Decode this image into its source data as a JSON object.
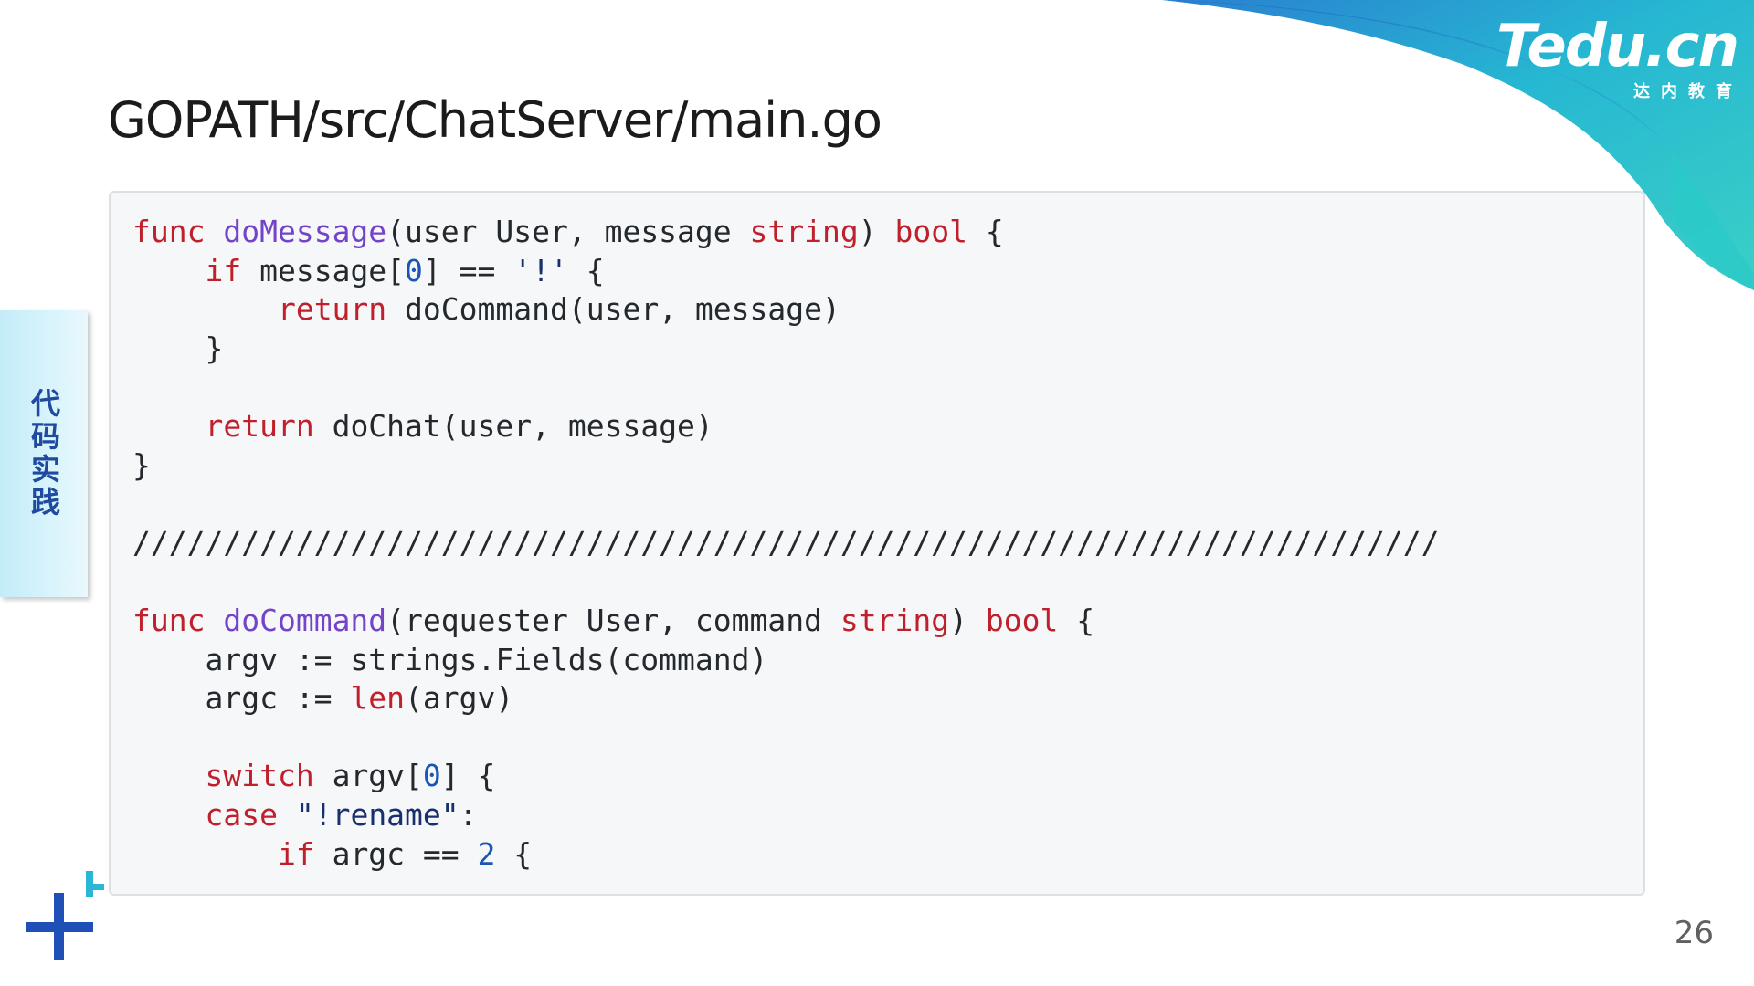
{
  "slide": {
    "title": "GOPATH/src/ChatServer/main.go",
    "side_tab_label": "代码实践",
    "page_number": "26"
  },
  "logo": {
    "name": "Tedu.cn",
    "subtitle": "达内教育"
  },
  "colors": {
    "keyword": "#c0202b",
    "function": "#7444c8",
    "number": "#1a56b8",
    "string": "#18306b",
    "text": "#24292e",
    "accent_teal": "#2ec4d0",
    "accent_blue": "#1f4aa0"
  },
  "icons": [
    "plus-decoration-icon"
  ],
  "code": {
    "lines": [
      [
        {
          "t": "kw",
          "v": "func"
        },
        {
          "t": "plain",
          "v": " "
        },
        {
          "t": "fn",
          "v": "doMessage"
        },
        {
          "t": "plain",
          "v": "(user User, message "
        },
        {
          "t": "kw",
          "v": "string"
        },
        {
          "t": "plain",
          "v": ") "
        },
        {
          "t": "kw",
          "v": "bool"
        },
        {
          "t": "plain",
          "v": " {"
        }
      ],
      [
        {
          "t": "plain",
          "v": "    "
        },
        {
          "t": "kw",
          "v": "if"
        },
        {
          "t": "plain",
          "v": " message["
        },
        {
          "t": "num",
          "v": "0"
        },
        {
          "t": "plain",
          "v": "] == "
        },
        {
          "t": "str",
          "v": "'!'"
        },
        {
          "t": "plain",
          "v": " {"
        }
      ],
      [
        {
          "t": "plain",
          "v": "        "
        },
        {
          "t": "kw",
          "v": "return"
        },
        {
          "t": "plain",
          "v": " doCommand(user, message)"
        }
      ],
      [
        {
          "t": "plain",
          "v": "    }"
        }
      ],
      [],
      [
        {
          "t": "plain",
          "v": "    "
        },
        {
          "t": "kw",
          "v": "return"
        },
        {
          "t": "plain",
          "v": " doChat(user, message)"
        }
      ],
      [
        {
          "t": "plain",
          "v": "}"
        }
      ],
      [],
      [
        {
          "t": "plain",
          "v": "////////////////////////////////////////////////////////////////////////"
        }
      ],
      [],
      [
        {
          "t": "kw",
          "v": "func"
        },
        {
          "t": "plain",
          "v": " "
        },
        {
          "t": "fn",
          "v": "doCommand"
        },
        {
          "t": "plain",
          "v": "(requester User, command "
        },
        {
          "t": "kw",
          "v": "string"
        },
        {
          "t": "plain",
          "v": ") "
        },
        {
          "t": "kw",
          "v": "bool"
        },
        {
          "t": "plain",
          "v": " {"
        }
      ],
      [
        {
          "t": "plain",
          "v": "    argv := strings.Fields(command)"
        }
      ],
      [
        {
          "t": "plain",
          "v": "    argc := "
        },
        {
          "t": "kw",
          "v": "len"
        },
        {
          "t": "plain",
          "v": "(argv)"
        }
      ],
      [],
      [
        {
          "t": "plain",
          "v": "    "
        },
        {
          "t": "kw",
          "v": "switch"
        },
        {
          "t": "plain",
          "v": " argv["
        },
        {
          "t": "num",
          "v": "0"
        },
        {
          "t": "plain",
          "v": "] {"
        }
      ],
      [
        {
          "t": "plain",
          "v": "    "
        },
        {
          "t": "kw",
          "v": "case"
        },
        {
          "t": "plain",
          "v": " "
        },
        {
          "t": "str",
          "v": "\"!rename\""
        },
        {
          "t": "plain",
          "v": ":"
        }
      ],
      [
        {
          "t": "plain",
          "v": "        "
        },
        {
          "t": "kw",
          "v": "if"
        },
        {
          "t": "plain",
          "v": " argc == "
        },
        {
          "t": "num",
          "v": "2"
        },
        {
          "t": "plain",
          "v": " {"
        }
      ]
    ]
  }
}
